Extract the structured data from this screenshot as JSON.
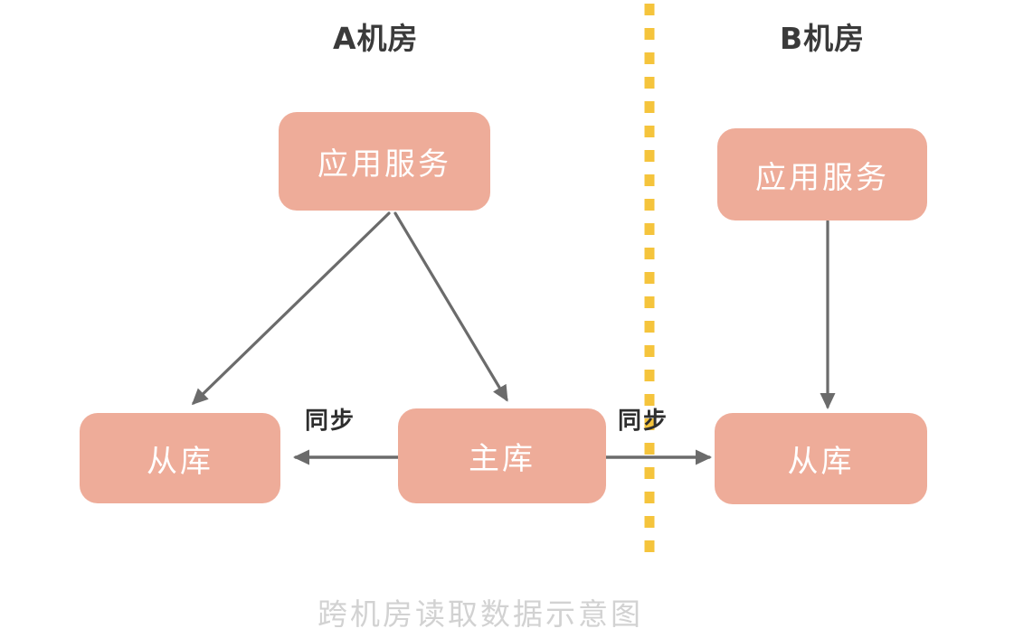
{
  "diagram": {
    "caption": "跨机房读取数据示意图",
    "colors": {
      "node_fill": "#eeac99",
      "node_text": "#ffffff",
      "arrow": "#6b6b6b",
      "divider": "#f5c43c",
      "title_text": "#3a3a3a",
      "caption_text": "#d2d2d2",
      "background": "#ffffff"
    },
    "zones": [
      {
        "id": "zone-a",
        "title": "A机房"
      },
      {
        "id": "zone-b",
        "title": "B机房"
      }
    ],
    "divider": {
      "name": "zone-divider",
      "style": "dashed-vertical",
      "color": "#f5c43c"
    },
    "nodes": [
      {
        "id": "app-a",
        "label": "应用服务",
        "zone": "zone-a"
      },
      {
        "id": "slave-a",
        "label": "从库",
        "zone": "zone-a"
      },
      {
        "id": "master-a",
        "label": "主库",
        "zone": "zone-a"
      },
      {
        "id": "app-b",
        "label": "应用服务",
        "zone": "zone-b"
      },
      {
        "id": "slave-b",
        "label": "从库",
        "zone": "zone-b"
      }
    ],
    "edges": [
      {
        "id": "edge-app-a-slave-a",
        "from": "app-a",
        "to": "slave-a",
        "label": ""
      },
      {
        "id": "edge-app-a-master-a",
        "from": "app-a",
        "to": "master-a",
        "label": ""
      },
      {
        "id": "edge-master-a-slave-a",
        "from": "master-a",
        "to": "slave-a",
        "label": "同步"
      },
      {
        "id": "edge-master-a-slave-b",
        "from": "master-a",
        "to": "slave-b",
        "label": "同步"
      },
      {
        "id": "edge-app-b-slave-b",
        "from": "app-b",
        "to": "slave-b",
        "label": ""
      }
    ]
  }
}
